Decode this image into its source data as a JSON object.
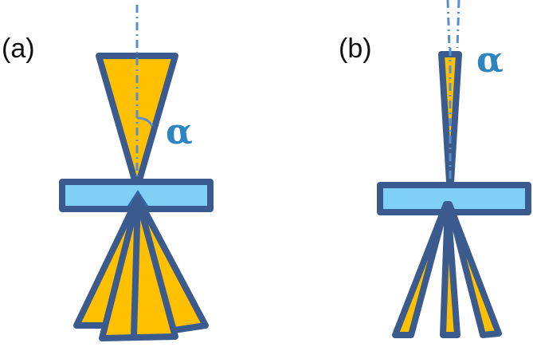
{
  "panels": [
    {
      "id": "a",
      "label": "(a)",
      "angle_symbol": "α"
    },
    {
      "id": "b",
      "label": "(b)",
      "angle_symbol": "α"
    }
  ],
  "colors": {
    "beam_fill": "#ffc000",
    "outline": "#3b5b8f",
    "sample_fill": "#7fd0f4",
    "axis_line": "#5a8fcc",
    "alpha_text": "#2e86c1"
  }
}
